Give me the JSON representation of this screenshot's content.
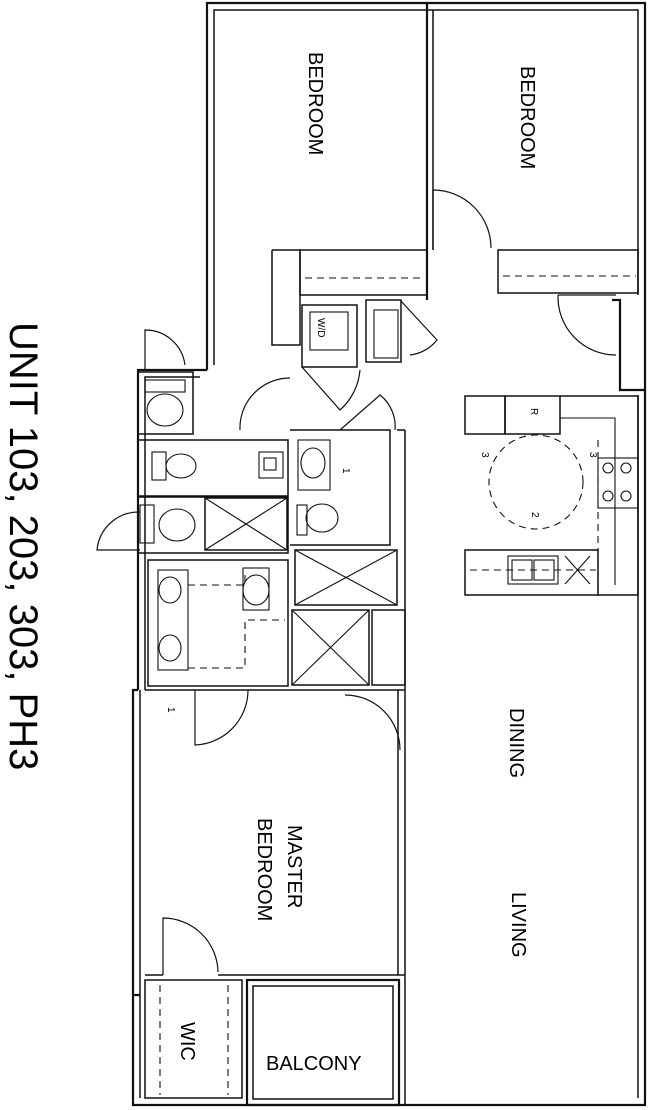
{
  "unit_title": "UNIT 103, 203, 303, PH3",
  "rooms": {
    "bedroom_1": "BEDROOM",
    "bedroom_2": "BEDROOM",
    "master_line1": "MASTER",
    "master_line2": "BEDROOM",
    "dining": "DINING",
    "living": "LIVING",
    "balcony": "BALCONY",
    "wic": "WIC"
  },
  "fixtures": {
    "washer_dryer": "W/D",
    "refrigerator": "R",
    "marker_1a": "1",
    "marker_1b": "1",
    "marker_2": "2",
    "marker_3a": "3",
    "marker_3b": "3"
  }
}
